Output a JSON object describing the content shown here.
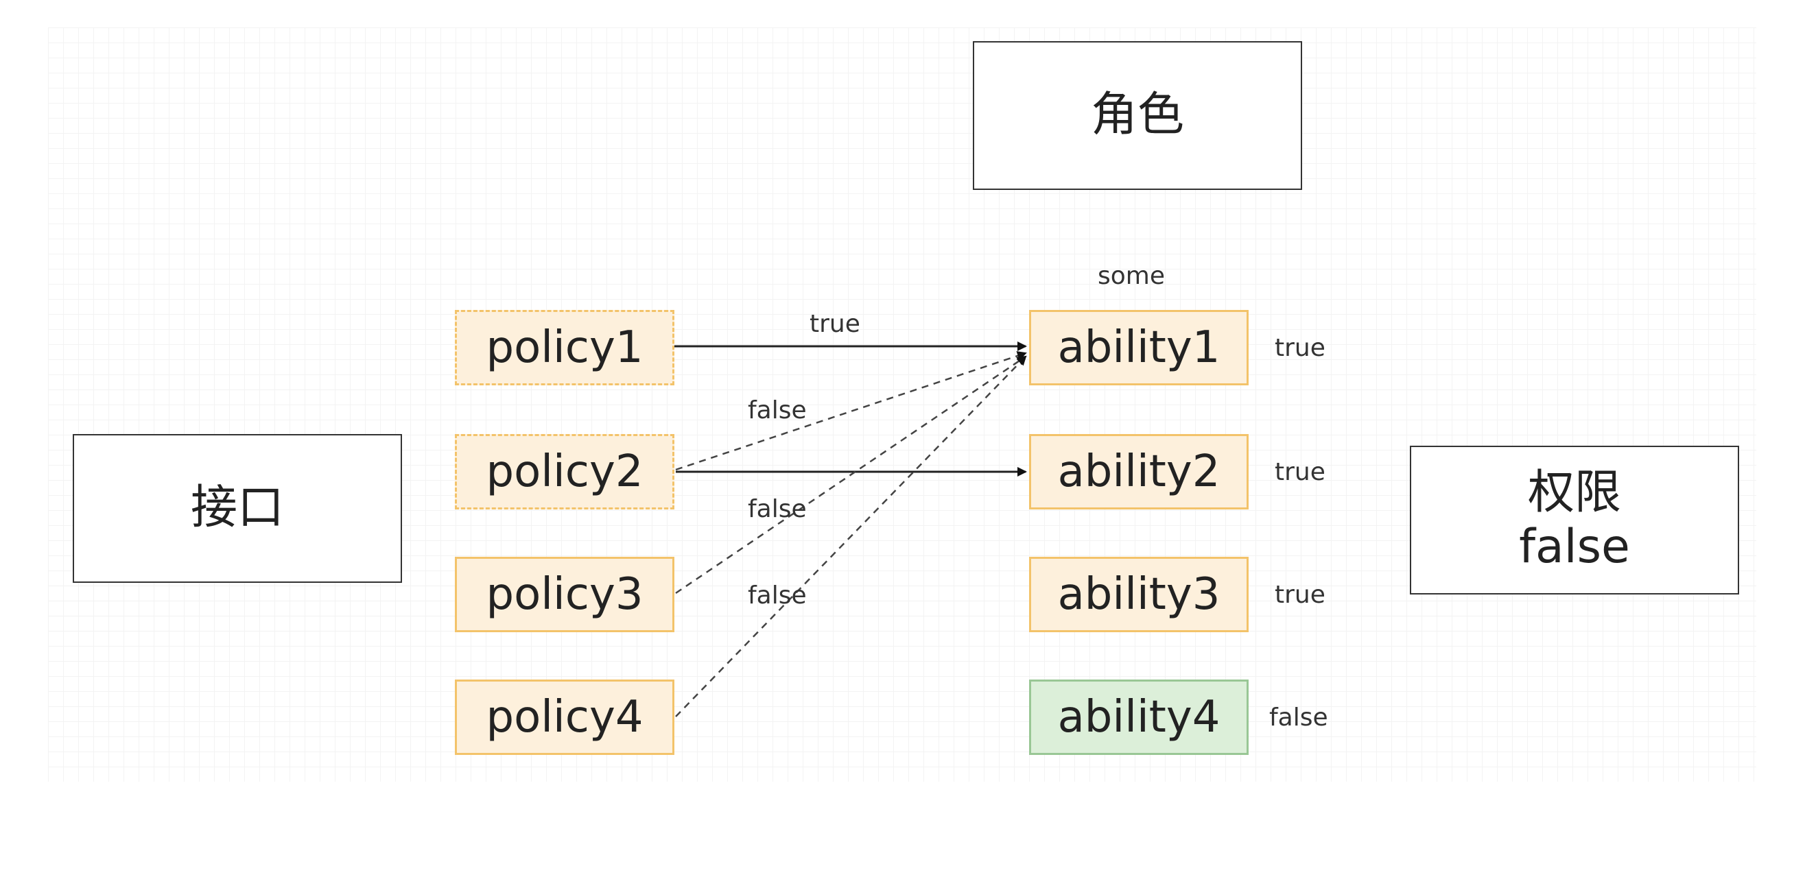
{
  "role_box": {
    "label": "角色"
  },
  "interface_box": {
    "label": "接口"
  },
  "permission_box": {
    "line1": "权限",
    "line2": "false"
  },
  "some_label": "some",
  "policies": [
    "policy1",
    "policy2",
    "policy3",
    "policy4"
  ],
  "abilities": [
    {
      "name": "ability1",
      "result": "true"
    },
    {
      "name": "ability2",
      "result": "true"
    },
    {
      "name": "ability3",
      "result": "true"
    },
    {
      "name": "ability4",
      "result": "false"
    }
  ],
  "edge_labels": [
    "true",
    "false",
    "false",
    "false"
  ],
  "colors": {
    "policy_fill": "#fdf0dc",
    "policy_border": "#f3c36a",
    "ability4_fill": "#dcefd9",
    "ability4_border": "#99c795"
  }
}
